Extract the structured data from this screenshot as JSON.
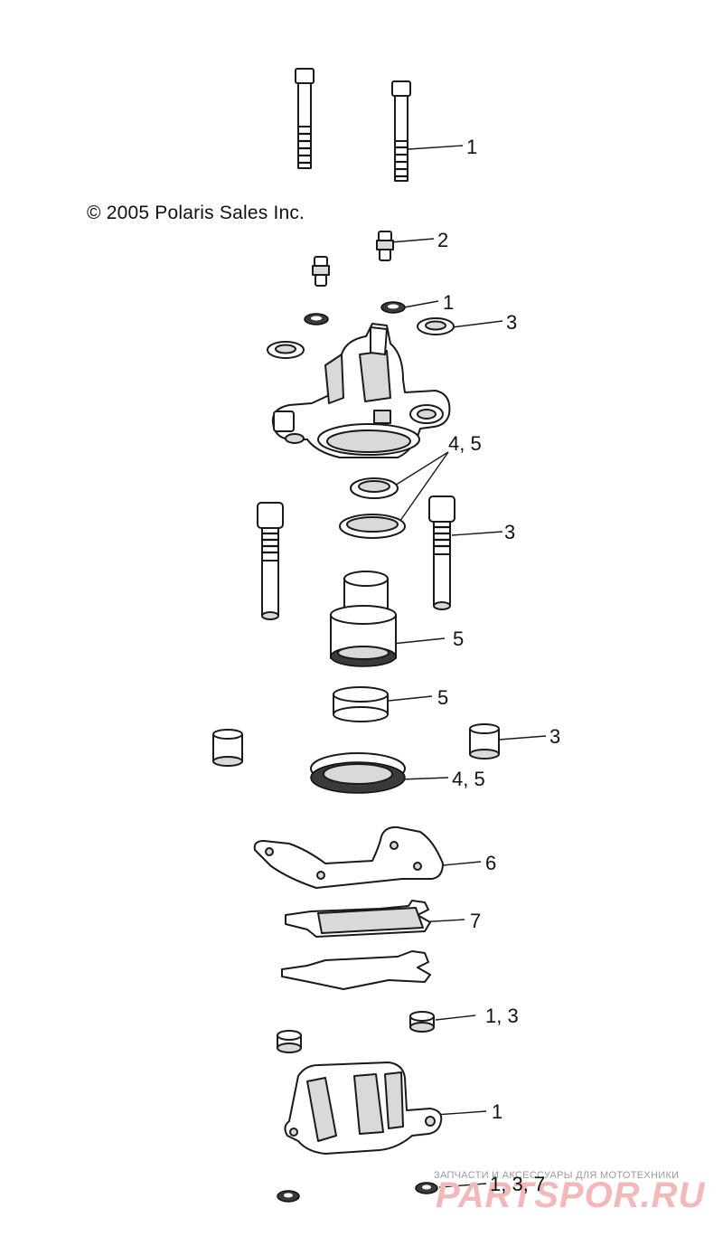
{
  "copyright": "© 2005 Polaris Sales Inc.",
  "callouts": {
    "c1": "1",
    "c2": "2",
    "c3": "1",
    "c4": "3",
    "c5": "4, 5",
    "c6": "3",
    "c7": "5",
    "c8": "5",
    "c9": "3",
    "c10": "4, 5",
    "c11": "6",
    "c12": "7",
    "c13": "1, 3",
    "c14": "1",
    "c15": "1, 3, 7"
  },
  "watermark": {
    "tagline": "ЗАПЧАСТИ И АКСЕССУАРЫ ДЛЯ МОТОТЕХНИКИ",
    "brand": "PARTSPOR.RU"
  }
}
